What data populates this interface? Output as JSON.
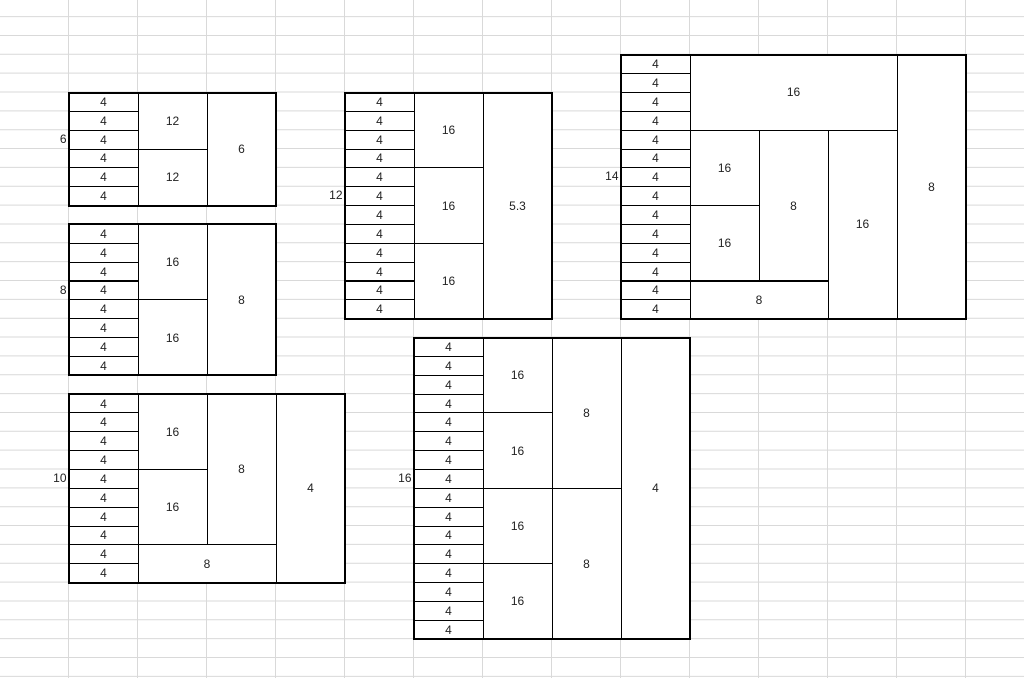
{
  "diagrams": [
    {
      "id": "six",
      "side_label": "6",
      "cells": [
        "4",
        "4",
        "4",
        "4",
        "4",
        "4",
        "12",
        "12",
        "6"
      ]
    },
    {
      "id": "eight",
      "side_label": "8",
      "cells": [
        "4",
        "4",
        "4",
        "4",
        "4",
        "4",
        "4",
        "4",
        "16",
        "16",
        "8"
      ]
    },
    {
      "id": "ten",
      "side_label": "10",
      "cells": [
        "4",
        "4",
        "4",
        "4",
        "4",
        "4",
        "4",
        "4",
        "4",
        "4",
        "16",
        "16",
        "8",
        "8",
        "4"
      ]
    },
    {
      "id": "twelve",
      "side_label": "12",
      "cells": [
        "4",
        "4",
        "4",
        "4",
        "4",
        "4",
        "4",
        "4",
        "4",
        "4",
        "4",
        "4",
        "16",
        "16",
        "16",
        "5.3"
      ]
    },
    {
      "id": "fourteen",
      "side_label": "14",
      "cells": [
        "4",
        "4",
        "4",
        "4",
        "4",
        "4",
        "4",
        "4",
        "4",
        "4",
        "4",
        "4",
        "4",
        "4",
        "16",
        "16",
        "16",
        "8",
        "8",
        "16",
        "8"
      ]
    },
    {
      "id": "sixteen",
      "side_label": "16",
      "cells": [
        "4",
        "4",
        "4",
        "4",
        "4",
        "4",
        "4",
        "4",
        "4",
        "4",
        "4",
        "4",
        "4",
        "4",
        "4",
        "4",
        "16",
        "16",
        "16",
        "16",
        "8",
        "8",
        "4"
      ]
    }
  ]
}
